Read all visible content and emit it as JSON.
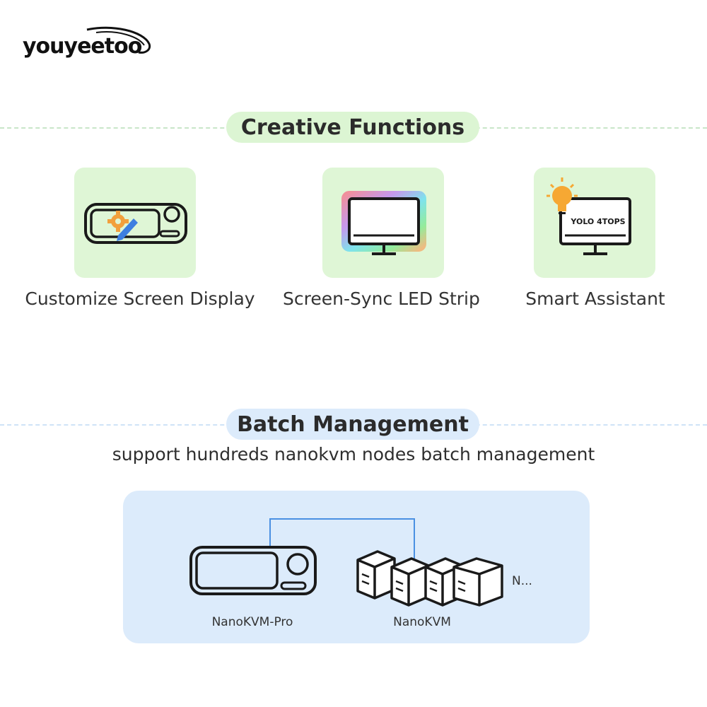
{
  "brand": {
    "name": "youyeetoo"
  },
  "creative": {
    "title": "Creative Functions",
    "features": [
      {
        "label": "Customize Screen Display",
        "icon": "customize-screen-icon"
      },
      {
        "label": "Screen-Sync LED Strip",
        "icon": "rgb-monitor-icon"
      },
      {
        "label": "Smart Assistant",
        "icon": "smart-assistant-monitor-icon",
        "screen_text": "YOLO 4TOPS"
      }
    ]
  },
  "batch": {
    "title": "Batch Management",
    "subtitle": "support hundreds nanokvm nodes batch management",
    "devices": [
      {
        "label": "NanoKVM-Pro",
        "icon": "nanokvm-pro-device-icon"
      },
      {
        "label": "NanoKVM",
        "icon": "nanokvm-stack-icon"
      }
    ],
    "more_label": "N..."
  },
  "colors": {
    "green_accent": "#dff6d6",
    "blue_accent": "#dcebfb",
    "connector": "#4a90e2",
    "gear": "#f2a03d",
    "pen": "#3d7fe0",
    "bulb": "#f6a833"
  }
}
